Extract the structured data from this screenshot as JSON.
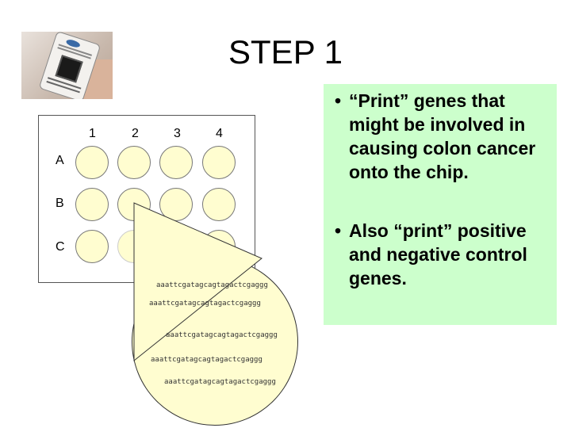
{
  "slide": {
    "title": "STEP 1"
  },
  "plate": {
    "columns": [
      "1",
      "2",
      "3",
      "4"
    ],
    "rows": [
      "A",
      "B",
      "C"
    ]
  },
  "sequences": [
    "aaattcgatagcagtagactcgaggg",
    "aaattcgatagcagtagactcgaggg",
    "aaattcgatagcagtagactcgaggg",
    "aaattcgatagcagtagactcgaggg",
    "aaattcgatagcagtagactcgaggg"
  ],
  "bullets": [
    {
      "marker": "•",
      "text": "“Print” genes that might be involved in causing colon cancer onto the chip."
    },
    {
      "marker": "•",
      "text": "Also “print” positive and negative control genes."
    }
  ],
  "colors": {
    "well_fill": "#fffdd0",
    "text_box_bg": "#ccffcc"
  }
}
